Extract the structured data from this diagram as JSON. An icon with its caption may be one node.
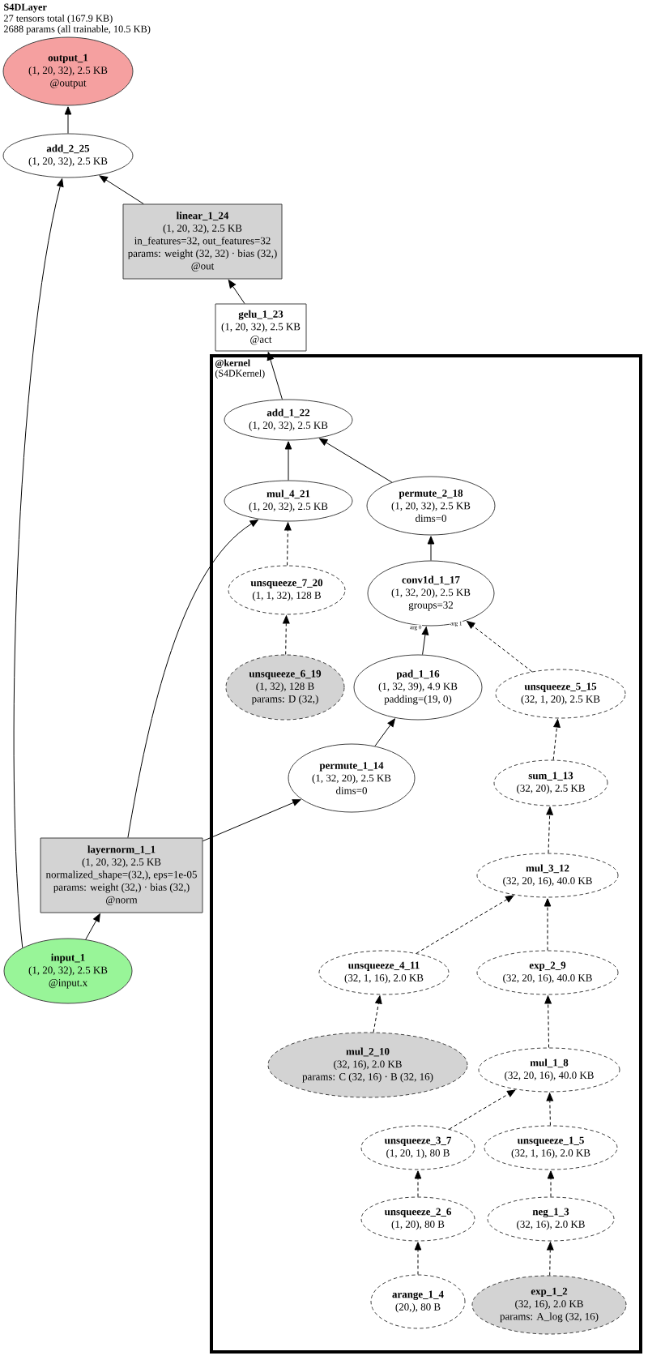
{
  "diagram": {
    "title": "S4DLayer",
    "nodes": [
      {
        "text": [
          "output_1",
          "(1, 20, 32), 2.5 KB",
          "@output"
        ]
      },
      {
        "text": [
          "add_2_25",
          "(1, 20, 32), 2.5 KB"
        ]
      },
      {
        "text": [
          "linear_1_24",
          "(1, 20, 32), 2.5 KB",
          "in_features=32, out_features=32",
          "params: weight (32, 32) · bias (32,)",
          "@out"
        ]
      },
      {
        "text": [
          "gelu_1_23",
          "(1, 20, 32), 2.5 KB",
          "@act"
        ]
      },
      {
        "text": [
          "@kernel",
          "(S4DKernel)"
        ]
      },
      {
        "text": [
          "add_1_22",
          "(1, 20, 32), 2.5 KB"
        ],
        "in": 4
      },
      {
        "text": [
          "mul_4_21",
          "(1, 20, 32), 2.5 KB"
        ],
        "in": 4
      },
      {
        "text": [
          "permute_2_18",
          "(1, 20, 32), 2.5 KB",
          "dims=0"
        ],
        "in": 4
      },
      {
        "text": [
          "unsqueeze_7_20",
          "(1, 1, 32), 128 B"
        ],
        "in": 4
      },
      {
        "text": [
          "conv1d_1_17",
          "(1, 32, 20), 2.5 KB",
          "groups=32"
        ],
        "in": 4
      },
      {
        "text": [
          "unsqueeze_6_19",
          "(1, 32), 128 B",
          "params: D (32,)"
        ],
        "in": 4
      },
      {
        "text": [
          "pad_1_16",
          "(1, 32, 39), 4.9 KB",
          "padding=(19, 0)"
        ],
        "in": 4
      },
      {
        "text": [
          "unsqueeze_5_15",
          "(32, 1, 20), 2.5 KB"
        ],
        "in": 4
      },
      {
        "text": [
          "permute_1_14",
          "(1, 32, 20), 2.5 KB",
          "dims=0"
        ],
        "in": 4
      },
      {
        "text": [
          "sum_1_13",
          "(32, 20), 2.5 KB"
        ],
        "in": 4
      },
      {
        "text": [
          "layernorm_1_1",
          "(1, 20, 32), 2.5 KB",
          "normalized_shape=(32,), eps=1e-05",
          "params: weight (32,) · bias (32,)",
          "@norm"
        ]
      },
      {
        "text": [
          "mul_3_12",
          "(32, 20, 16), 40.0 KB"
        ],
        "in": 4
      },
      {
        "text": [
          "input_1",
          "(1, 20, 32), 2.5 KB",
          "@input.x"
        ]
      },
      {
        "text": [
          "unsqueeze_4_11",
          "(32, 1, 16), 2.0 KB"
        ],
        "in": 4
      },
      {
        "text": [
          "exp_2_9",
          "(32, 20, 16), 40.0 KB"
        ],
        "in": 4
      },
      {
        "text": [
          "mul_2_10",
          "(32, 16), 2.0 KB",
          "params: C (32, 16) · B (32, 16)"
        ],
        "in": 4
      },
      {
        "text": [
          "mul_1_8",
          "(32, 20, 16), 40.0 KB"
        ],
        "in": 4
      },
      {
        "text": [
          "unsqueeze_3_7",
          "(1, 20, 1), 80 B"
        ],
        "in": 4
      },
      {
        "text": [
          "unsqueeze_1_5",
          "(32, 1, 16), 2.0 KB"
        ],
        "in": 4
      },
      {
        "text": [
          "unsqueeze_2_6",
          "(1, 20), 80 B"
        ],
        "in": 4
      },
      {
        "text": [
          "neg_1_3",
          "(32, 16), 2.0 KB"
        ],
        "in": 4
      },
      {
        "text": [
          "arange_1_4",
          "(20,), 80 B"
        ],
        "in": 4
      },
      {
        "text": [
          "exp_1_2",
          "(32, 16), 2.0 KB",
          "params: A_log (32, 16)"
        ],
        "in": 4
      }
    ],
    "edges": [
      {
        "from": 1,
        "to": 0,
        "arrow": "to"
      },
      {
        "from": 2,
        "to": 1,
        "arrow": "to"
      },
      {
        "from": 17,
        "to": 1,
        "arrow": "to"
      },
      {
        "from": 3,
        "to": 2,
        "arrow": "to"
      },
      {
        "from": 5,
        "to": 3,
        "arrow": "to"
      },
      {
        "from": 6,
        "to": 5,
        "arrow": "to"
      },
      {
        "from": 7,
        "to": 5,
        "arrow": "to"
      },
      {
        "from": 8,
        "to": 6,
        "arrow": "to",
        "style": "dashed"
      },
      {
        "from": 15,
        "to": 6,
        "arrow": "to"
      },
      {
        "from": 9,
        "to": 7,
        "arrow": "to"
      },
      {
        "from": 10,
        "to": 8,
        "arrow": "to",
        "style": "dashed"
      },
      {
        "from": 11,
        "to": 9,
        "arrow": "to",
        "label": "arg 0"
      },
      {
        "from": 12,
        "to": 9,
        "arrow": "to",
        "style": "dashed",
        "label": "arg 1"
      },
      {
        "from": 13,
        "to": 11,
        "arrow": "to"
      },
      {
        "from": 15,
        "to": 13,
        "arrow": "to"
      },
      {
        "from": 14,
        "to": 12,
        "arrow": "to",
        "style": "dashed"
      },
      {
        "from": 16,
        "to": 14,
        "arrow": "to",
        "style": "dashed"
      },
      {
        "from": 17,
        "to": 15,
        "arrow": "to"
      },
      {
        "from": 18,
        "to": 16,
        "arrow": "to",
        "style": "dashed"
      },
      {
        "from": 19,
        "to": 16,
        "arrow": "to",
        "style": "dashed"
      },
      {
        "from": 20,
        "to": 18,
        "arrow": "to",
        "style": "dashed"
      },
      {
        "from": 21,
        "to": 19,
        "arrow": "to",
        "style": "dashed"
      },
      {
        "from": 22,
        "to": 21,
        "arrow": "to",
        "style": "dashed"
      },
      {
        "from": 23,
        "to": 21,
        "arrow": "to",
        "style": "dashed"
      },
      {
        "from": 24,
        "to": 22,
        "arrow": "to",
        "style": "dashed"
      },
      {
        "from": 25,
        "to": 23,
        "arrow": "to",
        "style": "dashed"
      },
      {
        "from": 26,
        "to": 24,
        "arrow": "to",
        "style": "dashed"
      },
      {
        "from": 27,
        "to": 25,
        "arrow": "to",
        "style": "dashed"
      }
    ],
    "labels": [
      "27 tensors total (167.9 KB)",
      "2688 params (all trainable, 10.5 KB)"
    ]
  }
}
